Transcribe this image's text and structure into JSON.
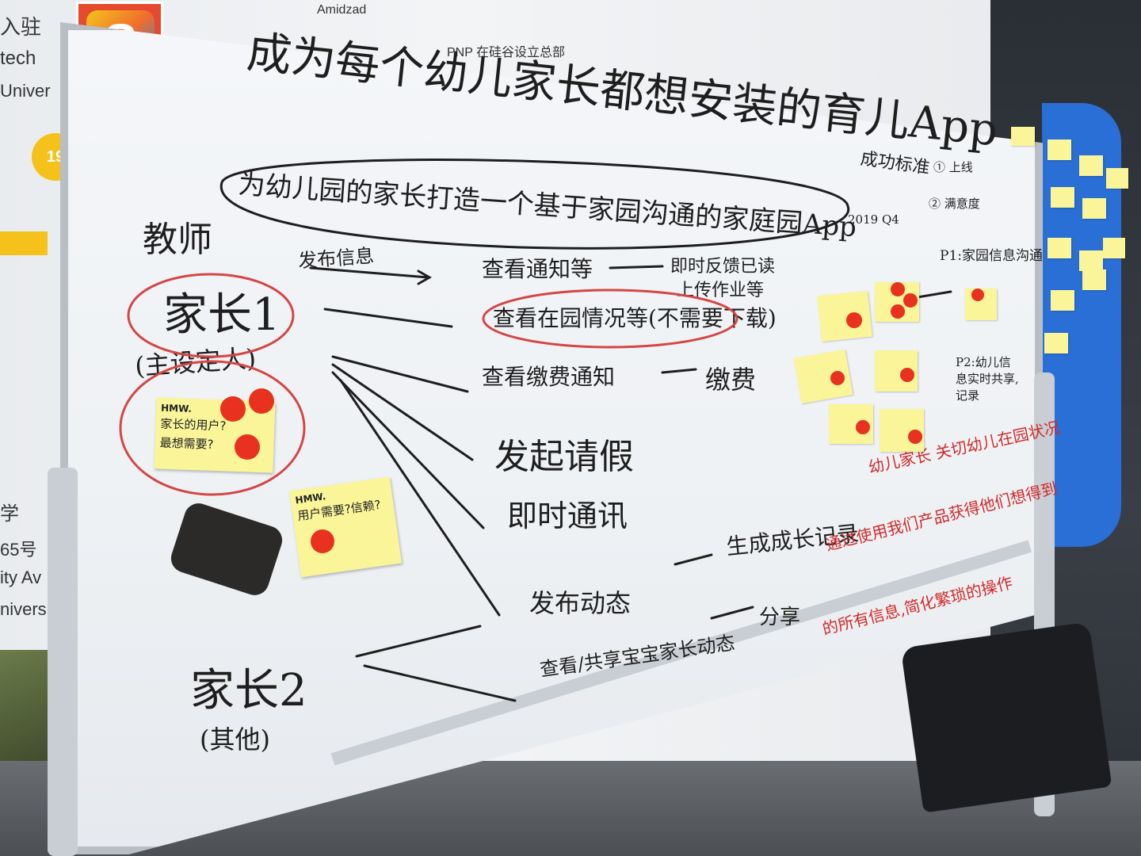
{
  "wall": {
    "text_top_left": "入驻",
    "text_tech": "tech",
    "text_univer": "Univer",
    "badge_19": "19",
    "caption_amidzad": "Amidzad",
    "caption_pnp": "PNP 在硅谷设立总部",
    "text_xue": "学",
    "text_65": "65号",
    "text_ity": "ity Av",
    "text_univers": "nivers"
  },
  "board": {
    "goal_title": "成为每个幼儿家长都想安装的育儿App",
    "success_criteria_label": "成功标准",
    "criteria_1": "① 上线",
    "criteria_2": "② 满意度",
    "subtitle": "为幼儿园的家长打造一个基于家园沟通的家庭园App",
    "date_note": "2019 Q4",
    "role_teacher": "教师",
    "publish_info": "发布信息",
    "role_parent1": "家长1",
    "role_parent1_note": "(主设定人)",
    "role_parent2": "家长2",
    "role_parent2_note": "(其他)",
    "feature_1": "查看通知等",
    "feature_1_result": "即时反馈已读",
    "feature_1b": "上传作业等",
    "feature_2": "查看在园情况等(不需要下载)",
    "feature_3": "查看缴费通知",
    "feature_3_result": "缴费",
    "feature_4": "发起请假",
    "feature_5": "即时通讯",
    "feature_6": "发布动态",
    "feature_6_result": "生成成长记录",
    "feature_7": "查看/共享宝宝家长动态",
    "feature_7_result": "分享",
    "right_p1": "P1:家园信息沟通",
    "right_p2": "P2:幼儿信息实时共享,记录",
    "red_line_1": "幼儿家长 关切幼儿在园状况",
    "red_line_2": "通过使用我们产品获得他们想得到",
    "red_line_3": "的所有信息,简化繁琐的操作"
  },
  "stickies": {
    "hmw_1_title": "HMW.",
    "hmw_1_body_1": "家长的用户?",
    "hmw_1_body_2": "最想需要?",
    "hmw_2_title": "HMW.",
    "hmw_2_body": "用户需要?信赖?"
  },
  "colors": {
    "ink_black": "#1e1e1e",
    "ink_red": "#d12a2a",
    "sticky_yellow": "#fbf59a",
    "dot_red": "#e8311e",
    "wall_blue": "#2a6fd6"
  }
}
